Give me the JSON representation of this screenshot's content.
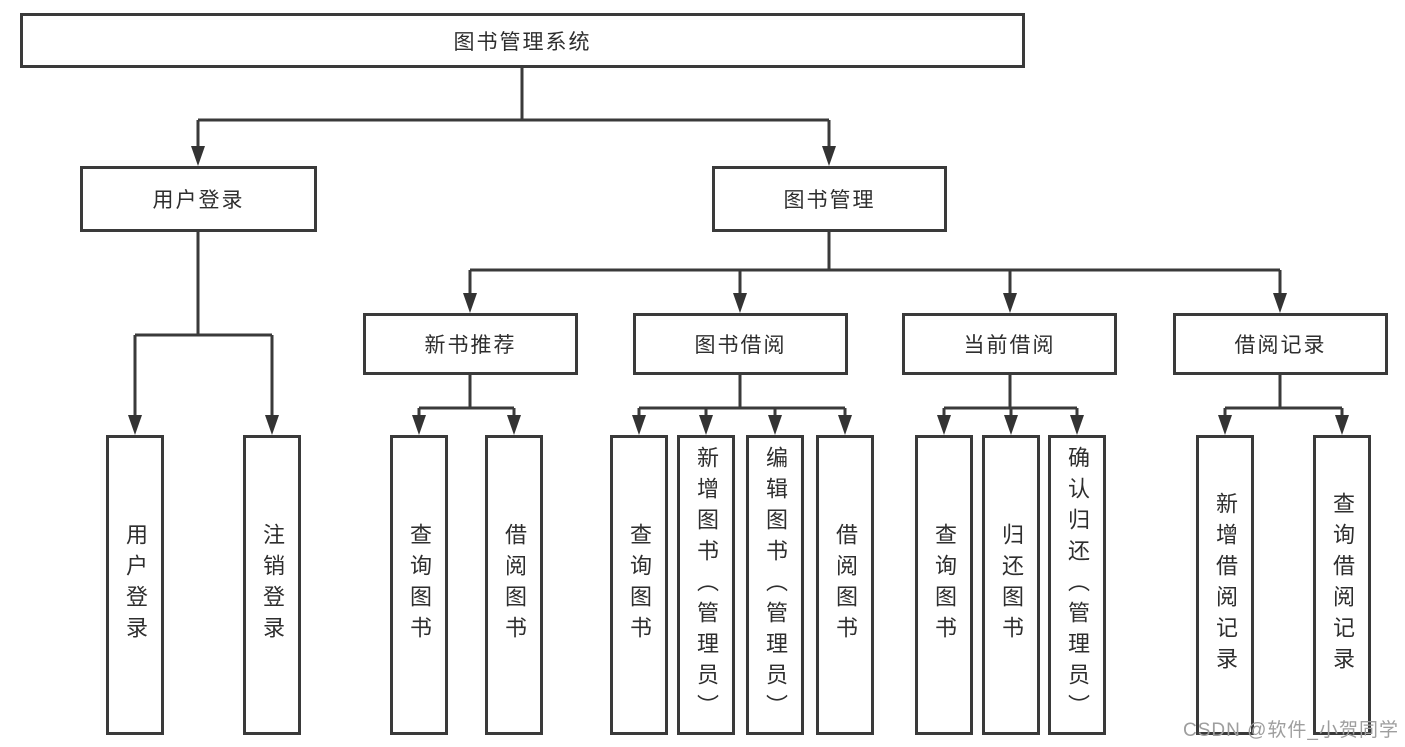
{
  "page": {
    "background": "#ffffff",
    "line_color": "#3a3a3a",
    "box_border_color": "#3a3a3a",
    "text_color": "#2e2e2e",
    "watermark_color": "#9e9e9e"
  },
  "tree": {
    "root": {
      "label": "图书管理系统"
    },
    "branches": [
      {
        "label": "用户登录",
        "children": [
          {
            "label": "用户登录"
          },
          {
            "label": "注销登录"
          }
        ]
      },
      {
        "label": "图书管理",
        "children": [
          {
            "label": "新书推荐",
            "children": [
              {
                "label": "查询图书"
              },
              {
                "label": "借阅图书"
              }
            ]
          },
          {
            "label": "图书借阅",
            "children": [
              {
                "label": "查询图书"
              },
              {
                "label": "新增图书（管理员）"
              },
              {
                "label": "编辑图书（管理员）"
              },
              {
                "label": "借阅图书"
              }
            ]
          },
          {
            "label": "当前借阅",
            "children": [
              {
                "label": "查询图书"
              },
              {
                "label": "归还图书"
              },
              {
                "label": "确认归还（管理员）"
              }
            ]
          },
          {
            "label": "借阅记录",
            "children": [
              {
                "label": "新增借阅记录"
              },
              {
                "label": "查询借阅记录"
              }
            ]
          }
        ]
      }
    ]
  },
  "watermark": {
    "text": "CSDN @软件_小贺同学"
  }
}
